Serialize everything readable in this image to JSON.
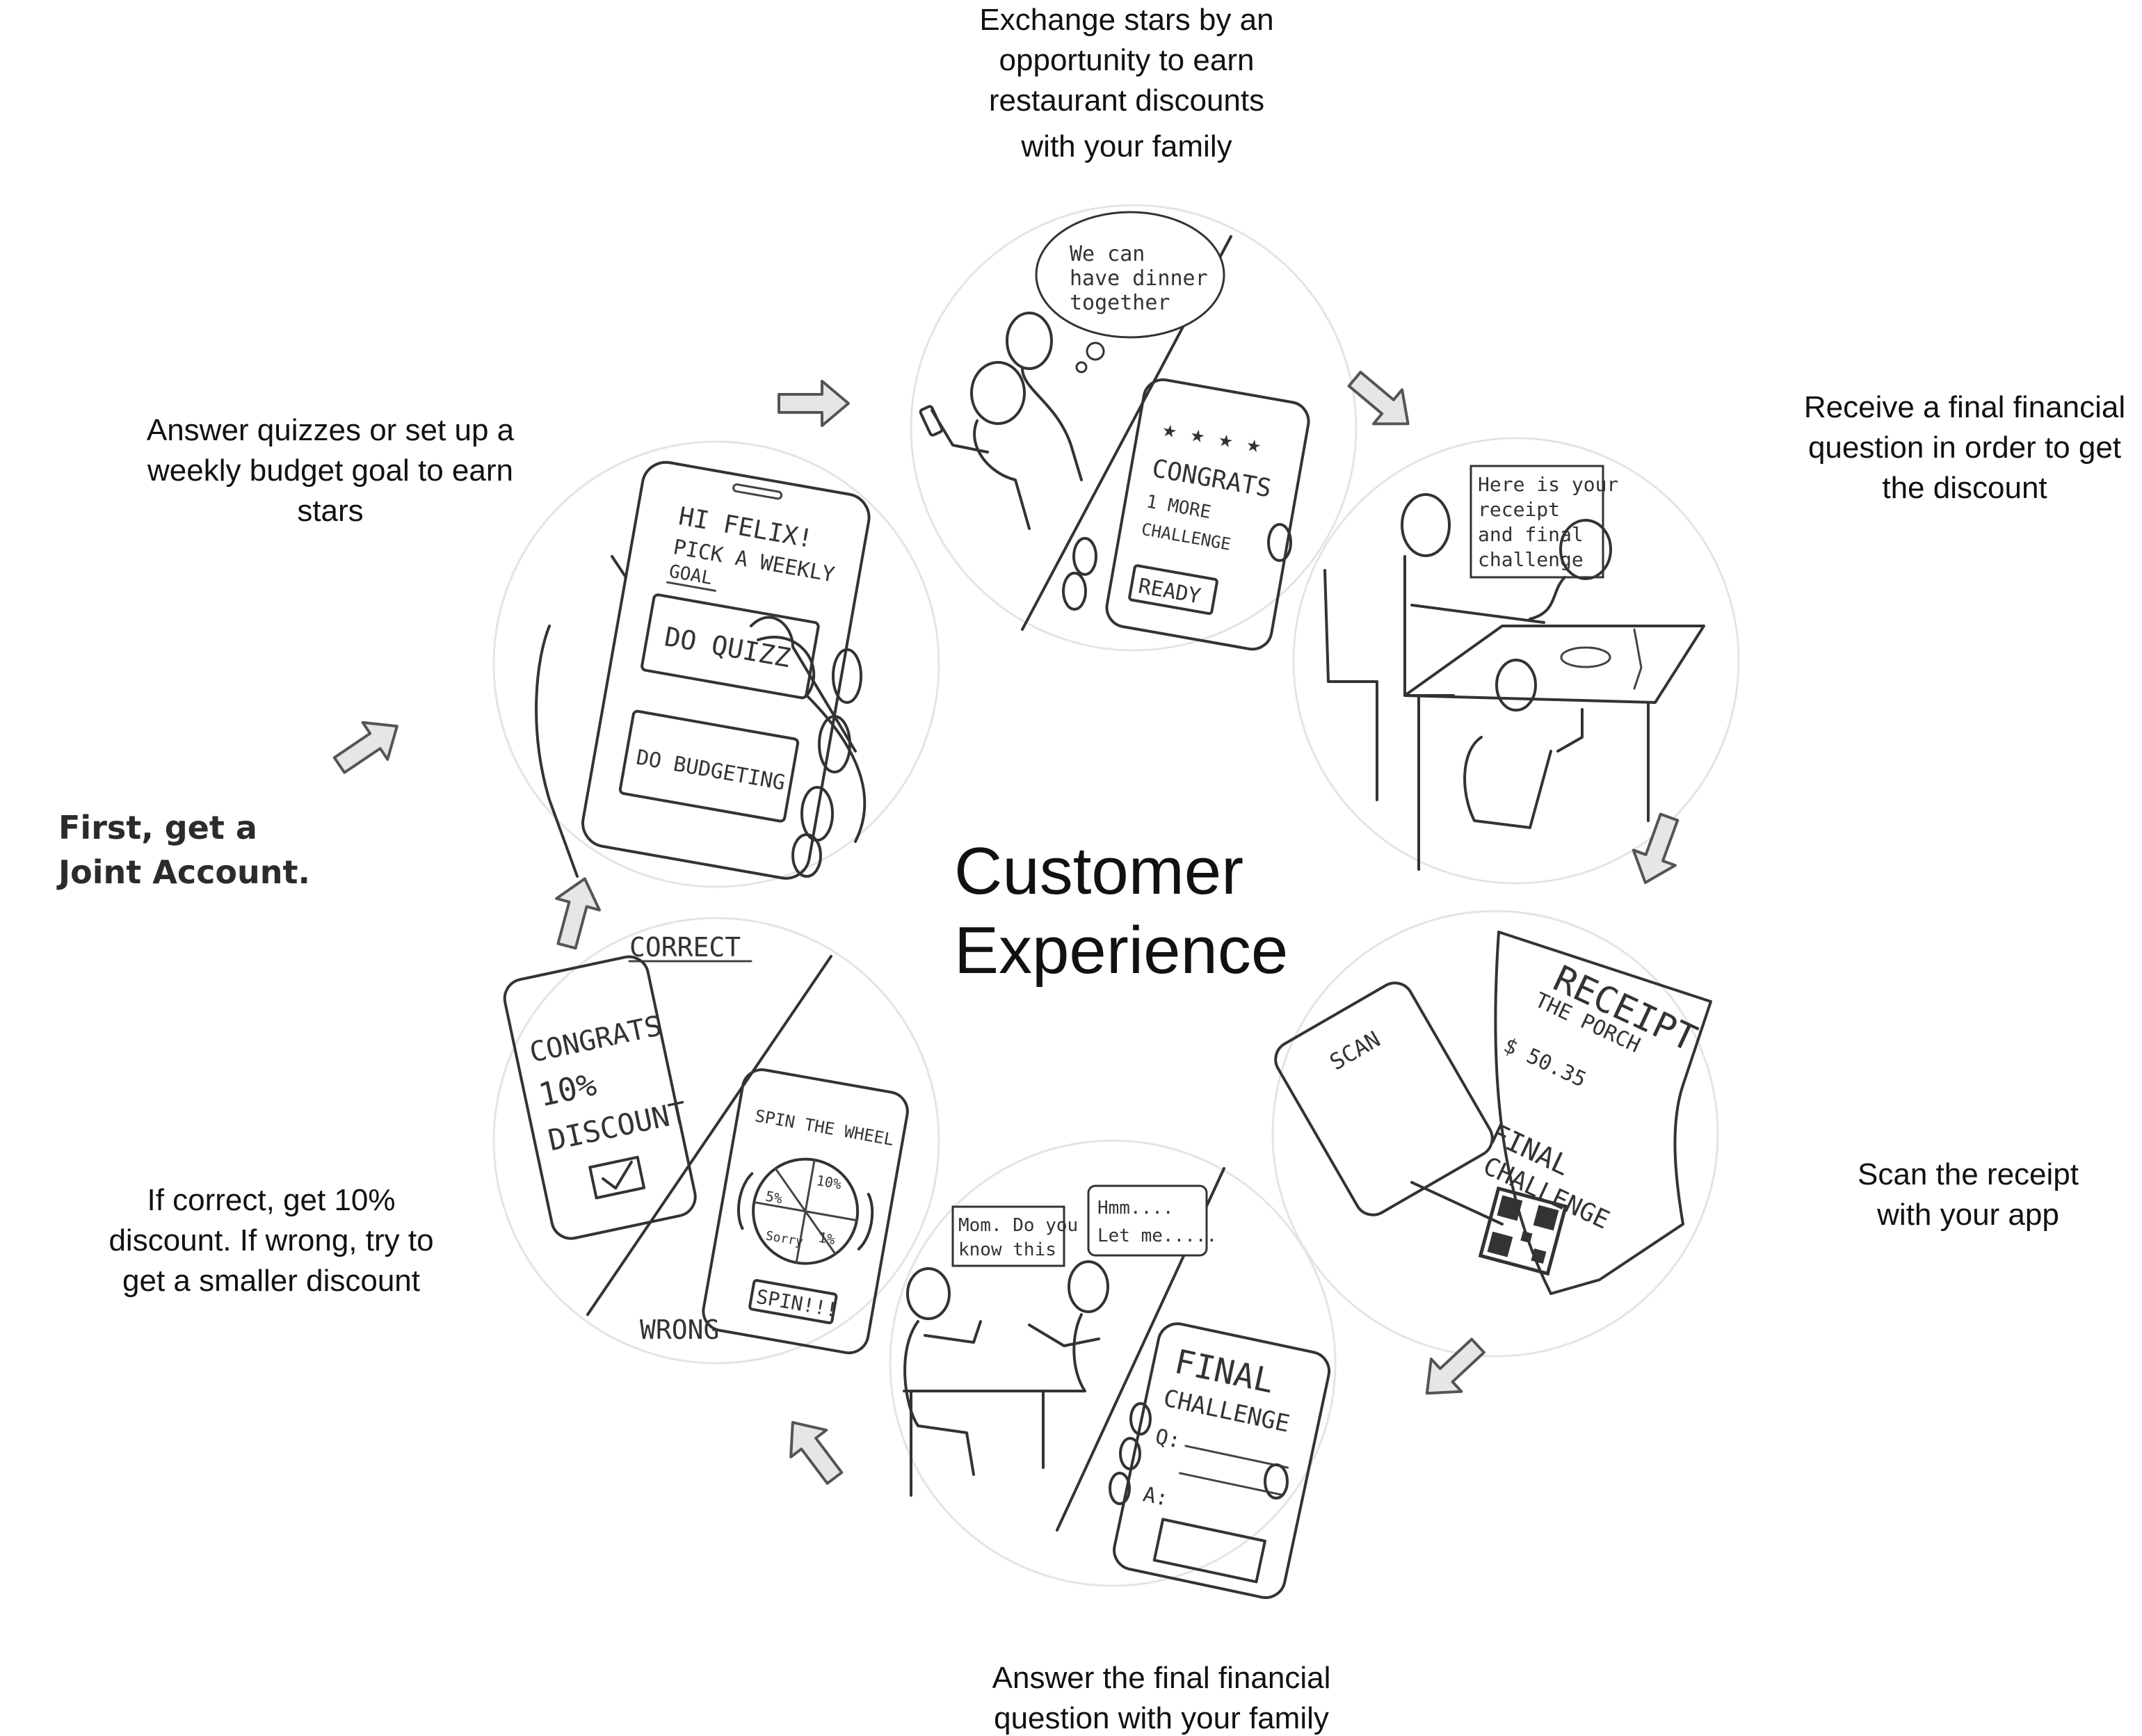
{
  "title": {
    "line1": "Customer",
    "line2": "Experience"
  },
  "intro": {
    "line1": "First, get a",
    "line2": "Joint Account."
  },
  "steps": [
    {
      "line1": "Answer quizzes or set up a",
      "line2": "weekly budget goal to earn",
      "line3": "stars"
    },
    {
      "line1": "Exchange stars by an",
      "line2": "opportunity to earn",
      "line3": "restaurant discounts",
      "line4": "with your family"
    },
    {
      "line1": "Receive a final financial",
      "line2": "question in order to get",
      "line3": "the discount"
    },
    {
      "line1": "Scan the receipt",
      "line2": "with your app"
    },
    {
      "line1": "Answer the final financial",
      "line2": "question with your family"
    },
    {
      "line1": "If correct, get 10%",
      "line2": "discount. If wrong, try to",
      "line3": "get a smaller discount"
    }
  ],
  "sketches": {
    "budget": {
      "l1": "HI FELIX!",
      "l2": "PICK A WEEKLY",
      "l3": "GOAL",
      "btn1": "DO QUIZZ",
      "btn2": "DO BUDGETING"
    },
    "dinner": {
      "b1": "We can",
      "b2": "have dinner",
      "b3": "together",
      "congrats": "CONGRATS",
      "more": "1 MORE",
      "challenge": "CHALLENGE",
      "ready": "READY",
      "stars": "★ ★ ★ ★"
    },
    "restaurant": {
      "b1": "Here is your",
      "b2": "receipt",
      "b3": "and final",
      "b4": "challenge"
    },
    "receipt": {
      "r1": "RECEIPT",
      "r2": "THE PORCH",
      "r3": "$ 50.35",
      "r4": "FINAL",
      "r5": "CHALLENGE",
      "scan": "SCAN"
    },
    "family": {
      "b1a": "Mom. Do you",
      "b1b": "know this",
      "b2a": "Hmm....",
      "b2b": "Let me.....",
      "f1": "FINAL",
      "f2": "CHALLENGE",
      "q": "Q:",
      "a": "A:"
    },
    "result": {
      "correct": "CORRECT",
      "wrong": "WRONG",
      "c1": "CONGRATS",
      "c2": "10%",
      "c3": "DISCOUNT",
      "spin": "SPIN THE WHEEL",
      "spinbtn": "SPIN!!!",
      "w1": "10%",
      "w2": "5%",
      "w3": "1%",
      "w4": "Sorry"
    }
  }
}
